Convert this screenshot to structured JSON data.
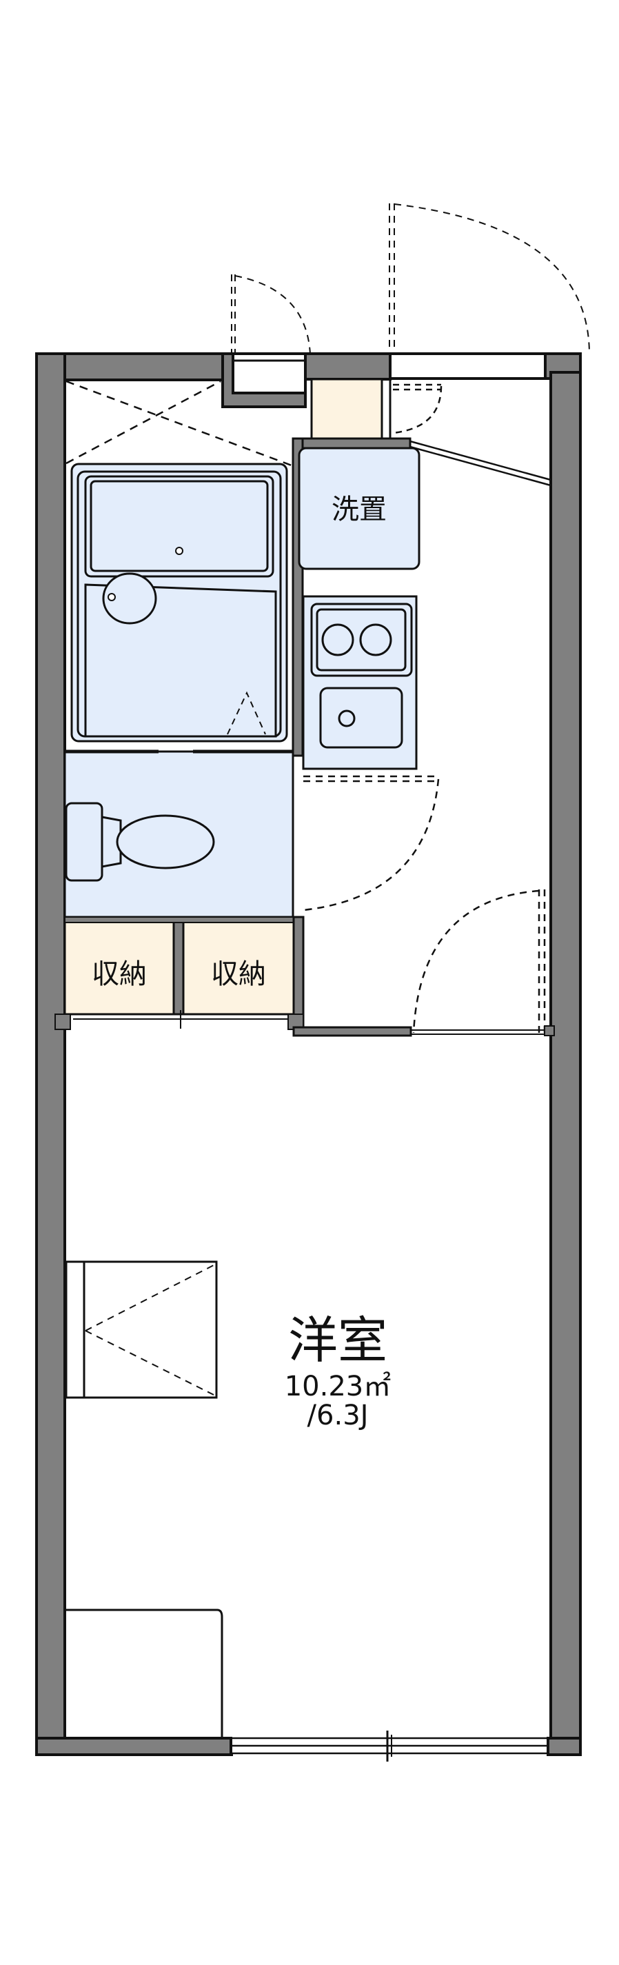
{
  "floorplan": {
    "colors": {
      "wall": "#808080",
      "wet_area": "#e3edfb",
      "storage": "#fdf3e1",
      "floor": "#ffffff",
      "line": "#111111"
    },
    "rooms": {
      "washer": {
        "label": "洗置"
      },
      "storage_left": {
        "label": "収納"
      },
      "storage_right": {
        "label": "収納"
      },
      "western_room": {
        "label": "洋室",
        "area": "10.23㎡",
        "tatami": "/6.3J"
      }
    }
  }
}
